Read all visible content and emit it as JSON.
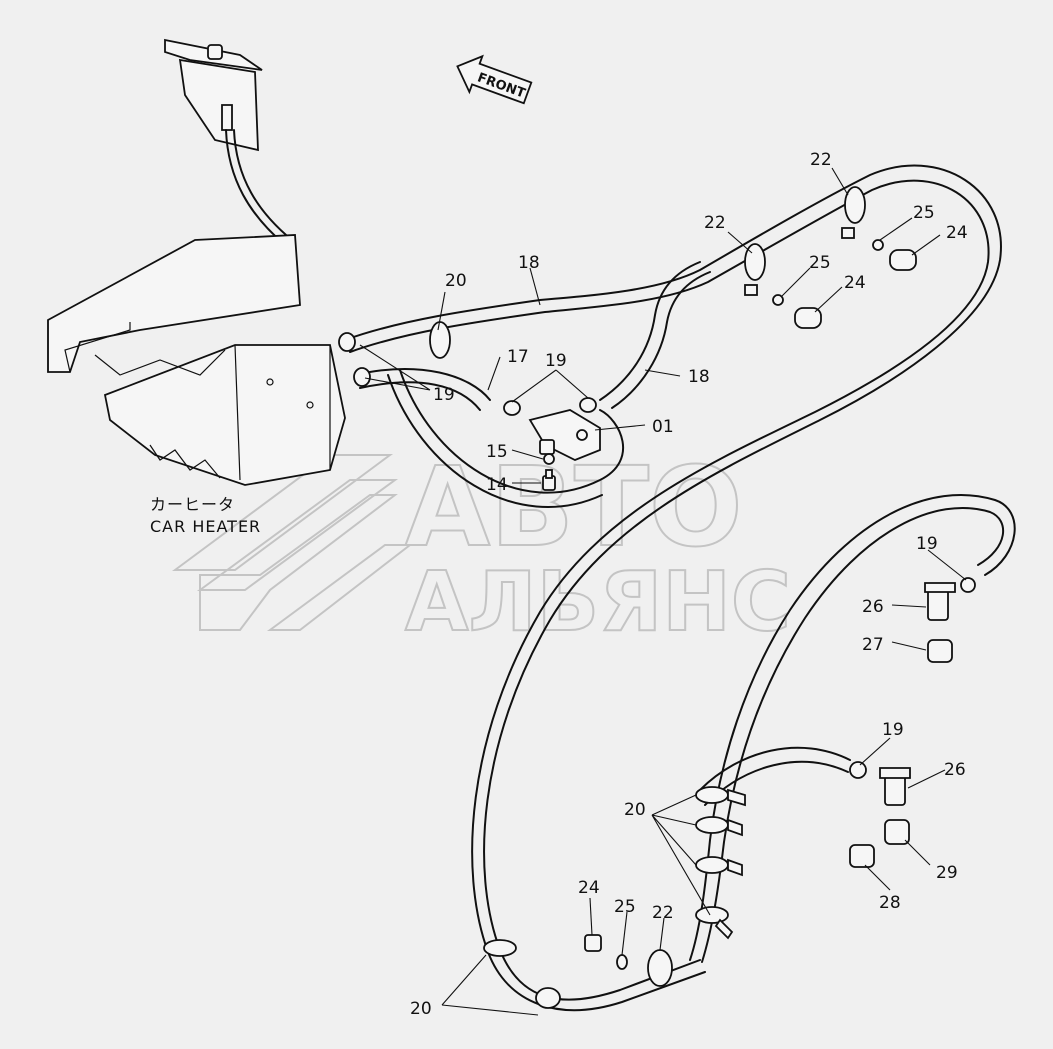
{
  "front_label": "FRONT",
  "caption": {
    "japanese": "カーヒータ",
    "english": "CAR HEATER"
  },
  "watermark": {
    "line1": "АВТО",
    "line2": "АЛЬЯНС"
  },
  "callouts": {
    "c01": "01",
    "c14": "14",
    "c15": "15",
    "c17": "17",
    "c18a": "18",
    "c18b": "18",
    "c19a": "19",
    "c19b": "19",
    "c19c": "19",
    "c19d": "19",
    "c20a": "20",
    "c20b": "20",
    "c20c": "20",
    "c22a": "22",
    "c22b": "22",
    "c22c": "22",
    "c24a": "24",
    "c24b": "24",
    "c24c": "24",
    "c25a": "25",
    "c25b": "25",
    "c25c": "25",
    "c26a": "26",
    "c26b": "26",
    "c27": "27",
    "c28": "28",
    "c29": "29"
  }
}
